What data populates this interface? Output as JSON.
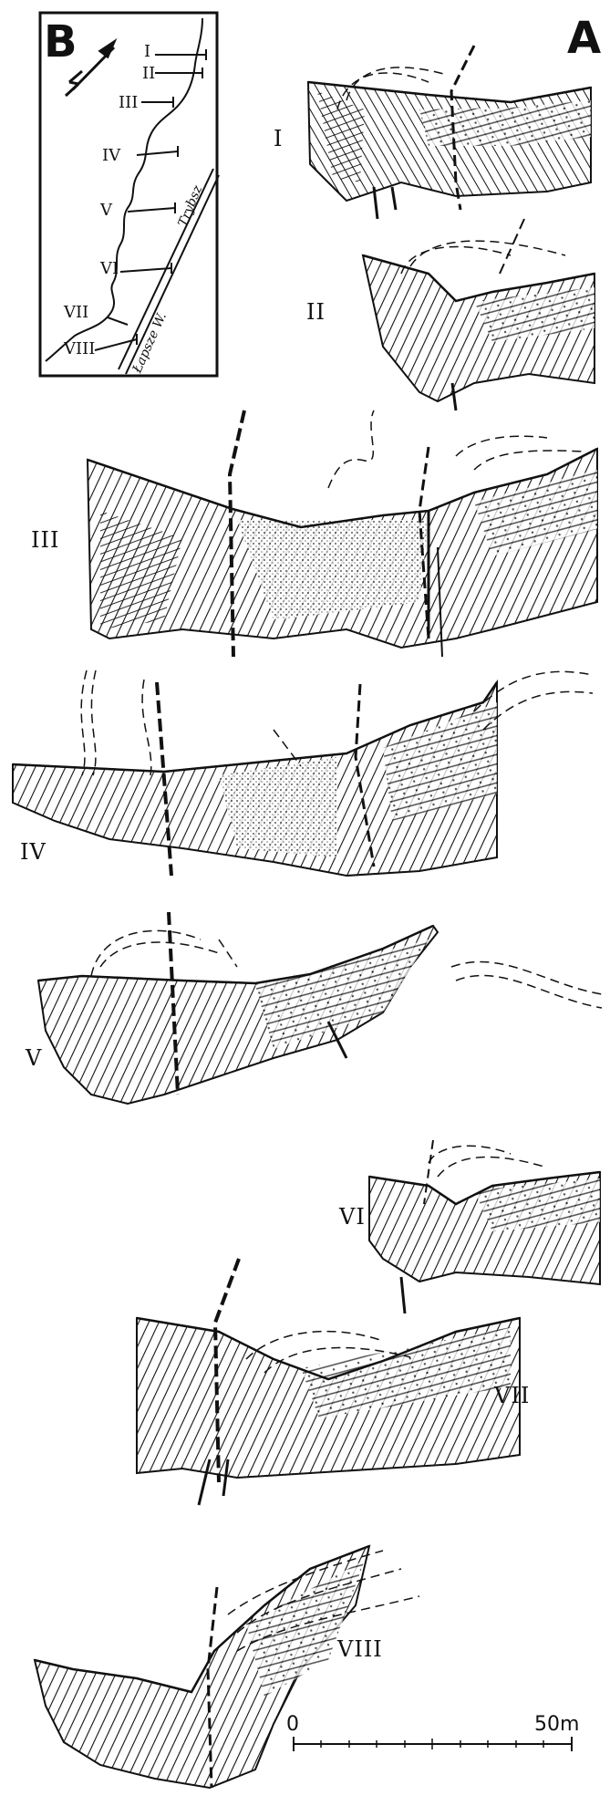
{
  "panel_labels": {
    "a": "A",
    "b": "B"
  },
  "inset_map": {
    "section_labels": [
      "I",
      "II",
      "III",
      "IV",
      "V",
      "VI",
      "VII",
      "VIII"
    ],
    "river_1": "Trybsz",
    "river_2": "Łapsze W."
  },
  "cross_sections": [
    {
      "label": "I"
    },
    {
      "label": "II"
    },
    {
      "label": "III"
    },
    {
      "label": "IV"
    },
    {
      "label": "V"
    },
    {
      "label": "VI"
    },
    {
      "label": "VII"
    },
    {
      "label": "VIII"
    }
  ],
  "scale_bar": {
    "start_label": "0",
    "end_label": "50m"
  }
}
